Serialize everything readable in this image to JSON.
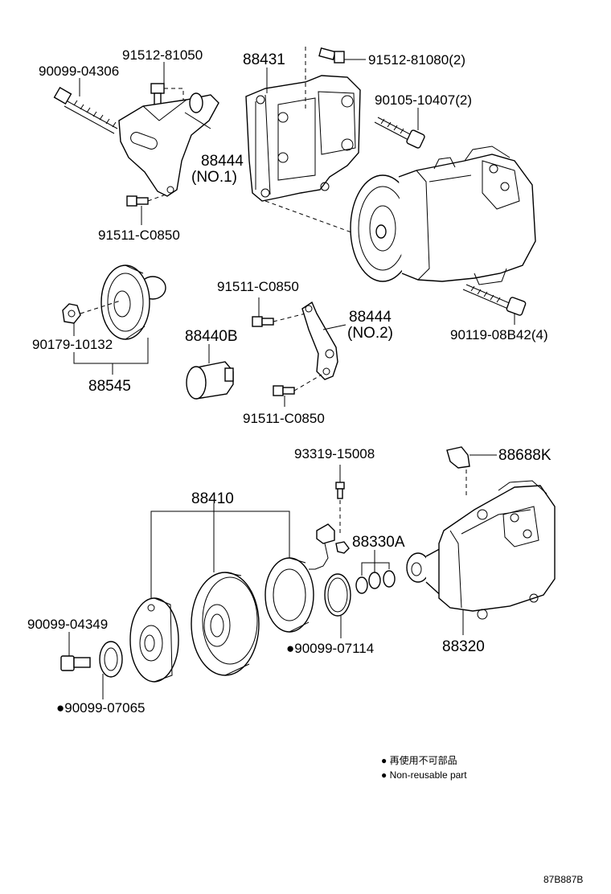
{
  "labels": {
    "p_91512_81050": "91512-81050",
    "p_90099_04306": "90099-04306",
    "p_88431": "88431",
    "p_91512_81080": "91512-81080(2)",
    "p_90105_10407": "90105-10407(2)",
    "p_88444_no1_a": "88444",
    "p_88444_no1_b": "(NO.1)",
    "p_91511_c0850_a": "91511-C0850",
    "p_91511_c0850_b": "91511-C0850",
    "p_88444_no2_a": "88444",
    "p_88444_no2_b": "(NO.2)",
    "p_90119_08b42": "90119-08B42(4)",
    "p_90179_10132": "90179-10132",
    "p_88440b": "88440B",
    "p_88545": "88545",
    "p_91511_c0850_c": "91511-C0850",
    "p_93319_15008": "93319-15008",
    "p_88688k": "88688K",
    "p_88410": "88410",
    "p_88330a": "88330A",
    "p_90099_04349": "90099-04349",
    "p_90099_07114": "●90099-07114",
    "p_88320": "88320",
    "p_90099_07065": "●90099-07065"
  },
  "legend": {
    "line1": "● 再使用不可部品",
    "line2": "● Non-reusable part"
  },
  "diagram_code": "87B887B"
}
